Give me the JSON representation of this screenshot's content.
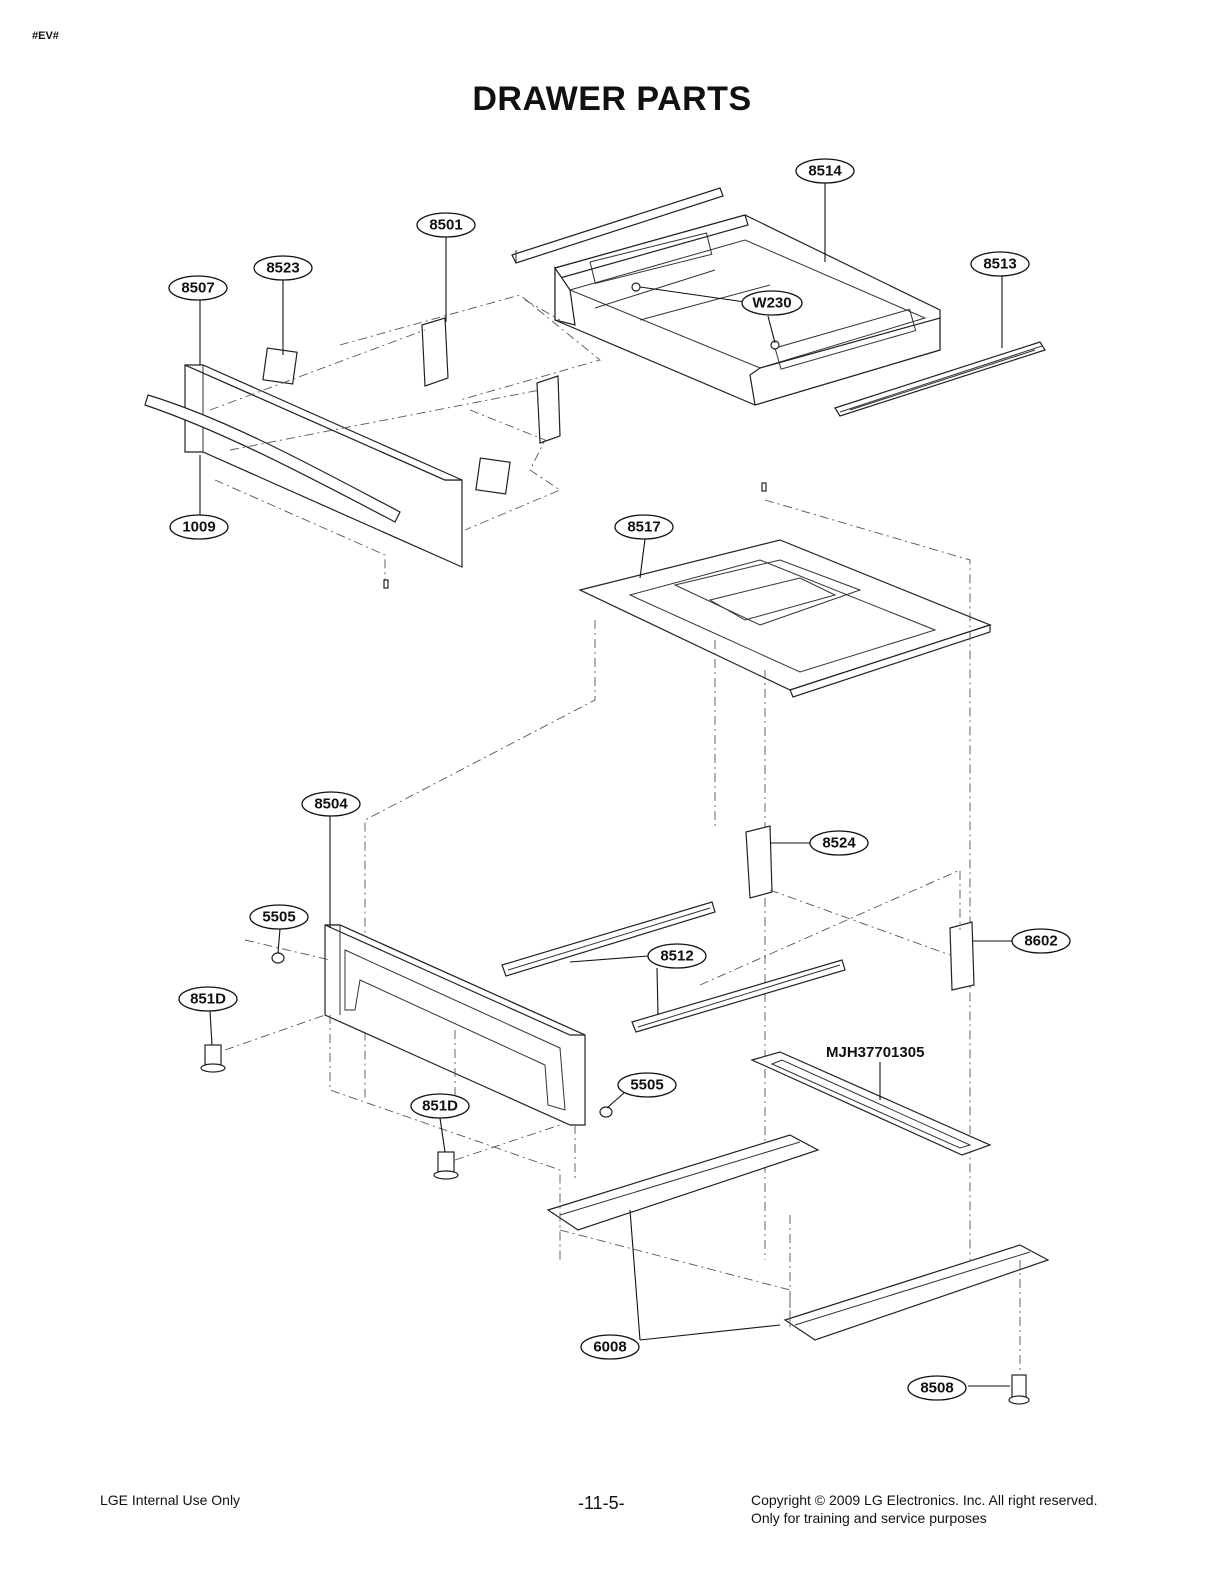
{
  "header": {
    "tag": "#EV#",
    "title": "DRAWER PARTS"
  },
  "callouts": {
    "c8514": "8514",
    "c8501": "8501",
    "c8513": "8513",
    "c8523": "8523",
    "c8507": "8507",
    "cW230": "W230",
    "c1009": "1009",
    "c8517": "8517",
    "c8504": "8504",
    "c8524": "8524",
    "c5505a": "5505",
    "c8602": "8602",
    "c8512": "8512",
    "c851Da": "851D",
    "c5505b": "5505",
    "c851Db": "851D",
    "c6008": "6008",
    "c8508": "8508"
  },
  "plain_label": {
    "mjh": "MJH37701305"
  },
  "footer": {
    "left": "LGE Internal Use Only",
    "page": "-11-5-",
    "copyright": "Copyright © 2009 LG Electronics. Inc. All right reserved.",
    "note": "Only for training and service purposes"
  }
}
